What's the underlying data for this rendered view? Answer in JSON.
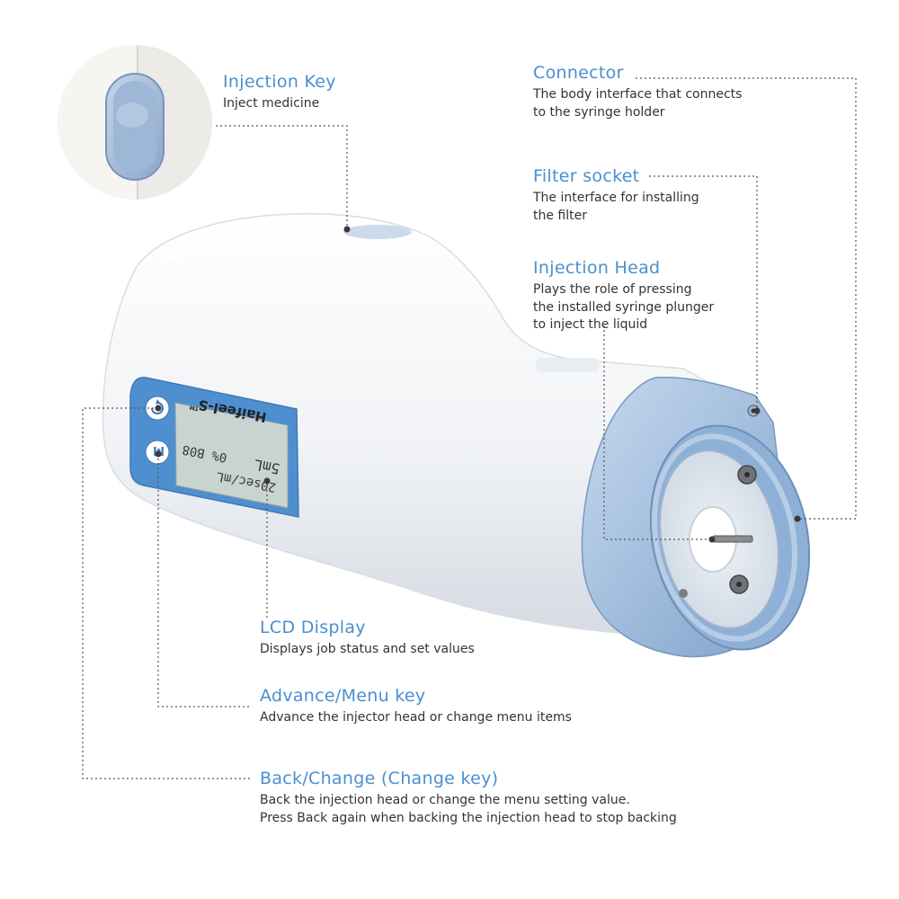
{
  "callouts": {
    "injection_key": {
      "title": "Injection Key",
      "desc": [
        "Inject medicine"
      ]
    },
    "connector": {
      "title": "Connector",
      "desc": [
        "The body interface that connects",
        "to the syringe holder"
      ]
    },
    "filter_socket": {
      "title": "Filter socket",
      "desc": [
        "The interface for installing",
        "the filter"
      ]
    },
    "injection_head": {
      "title": "Injection Head",
      "desc": [
        "Plays the role of pressing",
        "the installed syringe plunger",
        "to inject the liquid"
      ]
    },
    "lcd_display": {
      "title": "LCD Display",
      "desc": [
        "Displays job status and set values"
      ]
    },
    "advance_menu_key": {
      "title": "Advance/Menu key",
      "desc": [
        "Advance the injector head or change menu items"
      ]
    },
    "back_change_key": {
      "title": "Back/Change (Change key)",
      "desc": [
        "Back the injection head or change the menu setting value.",
        "Press Back again when backing the injection head to stop backing"
      ]
    }
  },
  "device": {
    "brand": "Haifeel-S",
    "trademark": "TM",
    "lcd": {
      "line1": "20sec/mL",
      "line2": "5mL",
      "line3": "0%",
      "line4": "B08"
    },
    "button_back_icon": "power-arrow-icon",
    "button_menu_icon": "m-icon"
  },
  "colors": {
    "accent": "#4a8fcf",
    "body": "#f4f6f9",
    "head": "#a9c3e0",
    "panel": "#4f8fd0",
    "lcd": "#c9d3cf"
  }
}
